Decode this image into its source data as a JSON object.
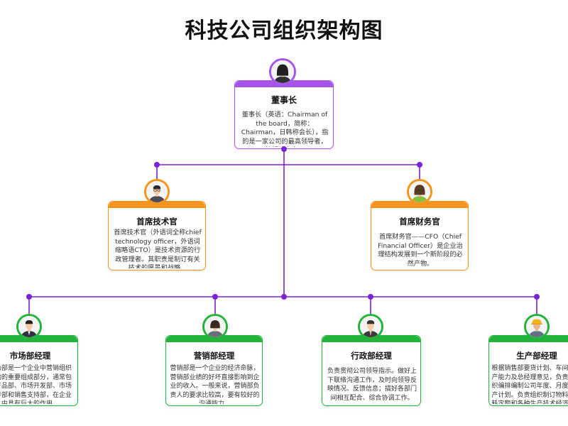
{
  "title": "科技公司组织架构图",
  "colors": {
    "purple": "#a555e8",
    "orange": "#f7941d",
    "green": "#22b33a",
    "line": "#7a22d6"
  },
  "nodes": [
    {
      "id": "chairman",
      "name": "董事长",
      "desc": "董事长（英语：Chairman of the board，简称：Chairman，日韩称会长），指的是一家公司的最高领导者，统领董事会。",
      "avatar": "woman-dark-hair-icon"
    },
    {
      "id": "cto",
      "name": "首席技术官",
      "desc": "首席技术官（外语词全称chief technology officer，外语词缩略语CTO）是技术资源的行政管理者。其职责是制订有关技术的愿景和战略。",
      "avatar": "man-glasses-icon"
    },
    {
      "id": "cfo",
      "name": "首席财务官",
      "desc": "首席财务官——CFO（Chief Financial Officer）是企业治理结构发展到一个新阶段的必然产物。",
      "avatar": "woman-glasses-icon"
    },
    {
      "id": "marketing",
      "name": "市场部经理",
      "desc": "市场部是一个企业中营销组织架构的重要组成部分，通常包含产品部、市场开发部、市场宣传部和销售支持部，在企业中具有巨大的作用。",
      "avatar": "man-suit-icon"
    },
    {
      "id": "sales",
      "name": "营销部经理",
      "desc": "营销部是一个企业的经济命脉，营销部业绩的好坏直接影响到企业的收入。一般来说，营销部负责人的要求比较高，要有较好的沟通能力。",
      "avatar": "woman-short-hair-icon"
    },
    {
      "id": "admin",
      "name": "行政部经理",
      "desc": "负责贯彻公司领导指示。做好上下联络沟通工作，及时向领导反映情况、反馈信息；搞好各部门间相互配合、综合协调工作。",
      "avatar": "man-business-icon"
    },
    {
      "id": "production",
      "name": "生产部经理",
      "desc": "根据销售部要货计划、车间生产能力及总经理意见，负责组织编排编制公司年度、月度生产计划。负责组织制订物料消耗定额和各种生产技术经济指标。",
      "avatar": "worker-helmet-icon"
    }
  ]
}
